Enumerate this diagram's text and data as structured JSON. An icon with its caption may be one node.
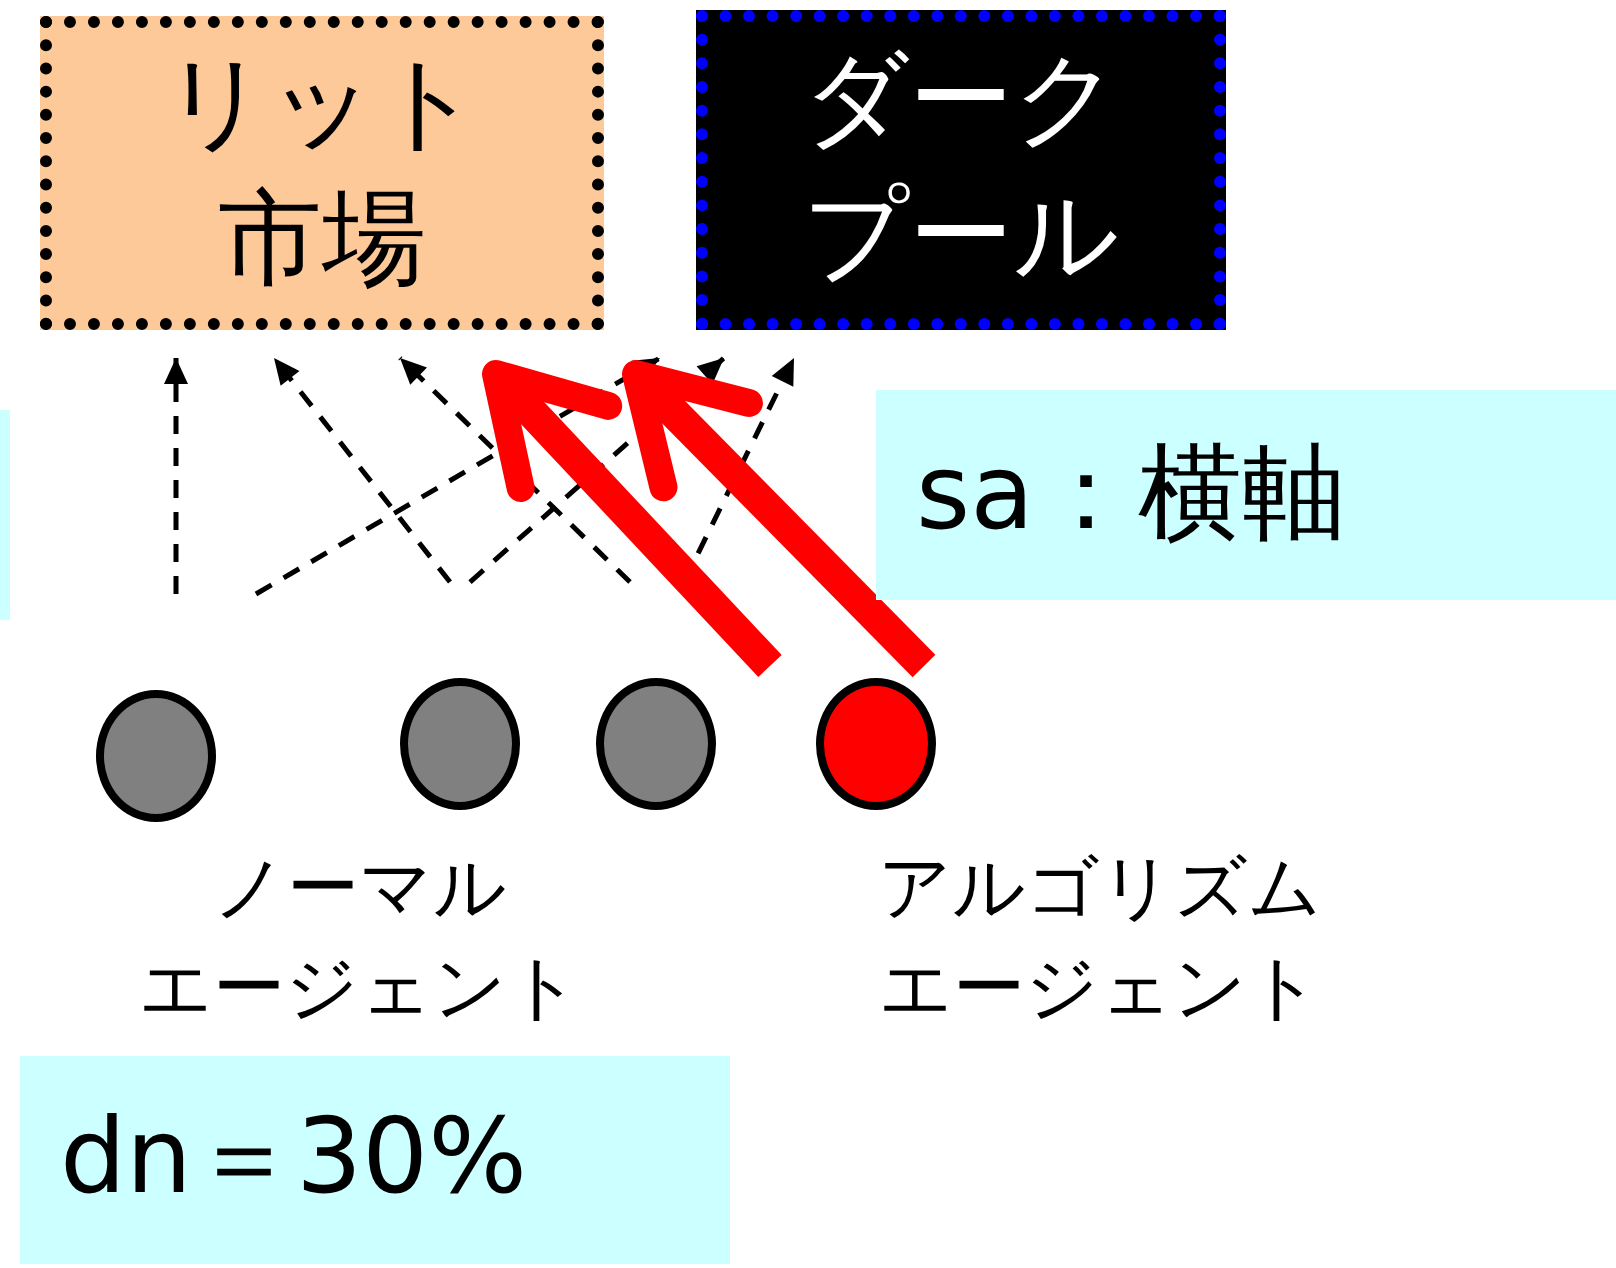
{
  "diagram": {
    "nodes": [
      {
        "text": [
          "リット市場"
        ]
      },
      {
        "text": [
          "ダークプール"
        ]
      },
      {
        "text": [],
        "shape": "circle"
      },
      {
        "text": [],
        "shape": "circle"
      },
      {
        "text": [],
        "shape": "circle"
      },
      {
        "text": [],
        "shape": "circle"
      },
      {
        "text": [
          "sa：横軸"
        ]
      },
      {
        "text": [
          "dn＝30%"
        ]
      }
    ],
    "edges": [
      {
        "from": 2,
        "to": 0,
        "arrow": "to",
        "style": "dashed"
      },
      {
        "from": 2,
        "to": 1,
        "arrow": "to",
        "style": "dashed"
      },
      {
        "from": 3,
        "to": 0,
        "arrow": "to",
        "style": "dashed"
      },
      {
        "from": 3,
        "to": 1,
        "arrow": "to",
        "style": "dashed"
      },
      {
        "from": 4,
        "to": 0,
        "arrow": "to",
        "style": "dashed"
      },
      {
        "from": 4,
        "to": 1,
        "arrow": "to",
        "style": "dashed"
      },
      {
        "from": 5,
        "to": 0,
        "arrow": "to",
        "style": "thick",
        "color": "#ff0000"
      },
      {
        "from": 5,
        "to": 1,
        "arrow": "to",
        "style": "thick",
        "color": "#ff0000"
      }
    ],
    "labels": [
      "ノーマルエージェント",
      "アルゴリズムエージェント"
    ]
  }
}
